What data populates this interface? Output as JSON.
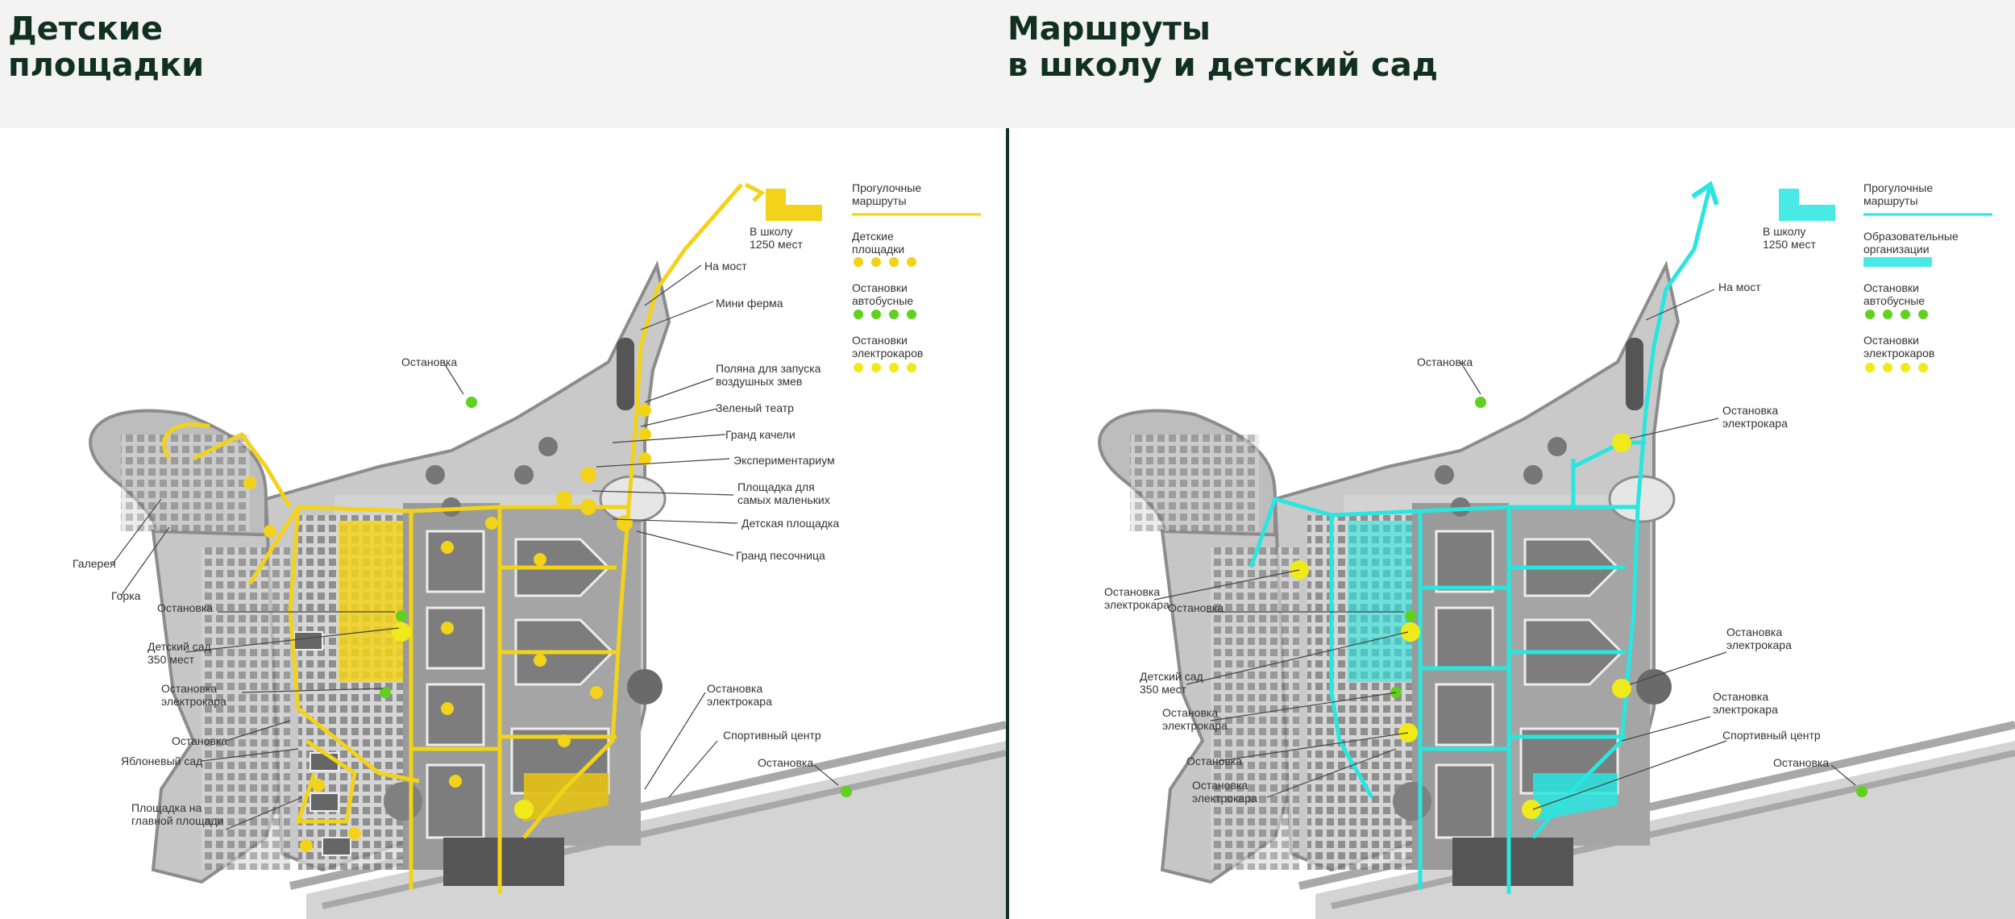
{
  "left": {
    "title": "Детские\nплощадки",
    "legend": {
      "walk": "Прогулочные\nмаршруты",
      "target": "В школу\n1250 мест",
      "playgrounds": "Детские\nплощадки",
      "bus": "Остановки\nавтобусные",
      "ecar": "Остановки\nэлектрокаров"
    },
    "labels": {
      "bridge": "На мост",
      "farm": "Мини ферма",
      "stop_top": "Остановка",
      "kites": "Поляна для запуска\nвоздушных змев",
      "theatre": "Зеленый театр",
      "swings": "Гранд качели",
      "experiment": "Экспериментариум",
      "toddlers": "Площадка для\nсамых маленьких",
      "kids": "Детская площадка",
      "sandbox": "Гранд песочница",
      "gallery": "Галерея",
      "hill": "Горка",
      "stop1": "Остановка",
      "kinder": "Детский сад\n350 мест",
      "ecar_stop": "Остановка\nэлектрокара",
      "stop2": "Остановка",
      "orchard": "Яблоневый сад",
      "main_square": "Площадка на\nглавной площади",
      "ecar_stop2": "Остановка\nэлектрокара",
      "sport": "Спортивный центр",
      "stop_right": "Остановка"
    }
  },
  "right": {
    "title": "Маршруты\nв школу и детский сад",
    "legend": {
      "walk": "Прогулочные\nмаршруты",
      "target": "В школу\n1250 мест",
      "edu": "Образовательные\nорганизации",
      "bus": "Остановки\nавтобусные",
      "ecar": "Остановки\nэлектрокаров"
    },
    "labels": {
      "bridge": "На мост",
      "stop_top": "Остановка",
      "ecar_top": "Остановка\nэлектрокара",
      "ecar_left": "Остановка\nэлектрокара",
      "stop1": "Остановка",
      "kinder": "Детский сад\n350 мест",
      "ecar_mid": "Остановка\nэлектрокара",
      "stop2": "Остановка",
      "ecar_low": "Остановка\nэлектрокара",
      "ecar_right": "Остановка\nэлектрокара",
      "ecar_right2": "Остановка\nэлектрокара",
      "sport": "Спортивный центр",
      "stop_right": "Остановка"
    }
  },
  "colors": {
    "yellow": "#f2d31a",
    "cyan": "#29e6e0",
    "green": "#5fd11e",
    "stop_yellow": "#f0ea1a",
    "title": "#12301f",
    "divider": "#143322"
  }
}
